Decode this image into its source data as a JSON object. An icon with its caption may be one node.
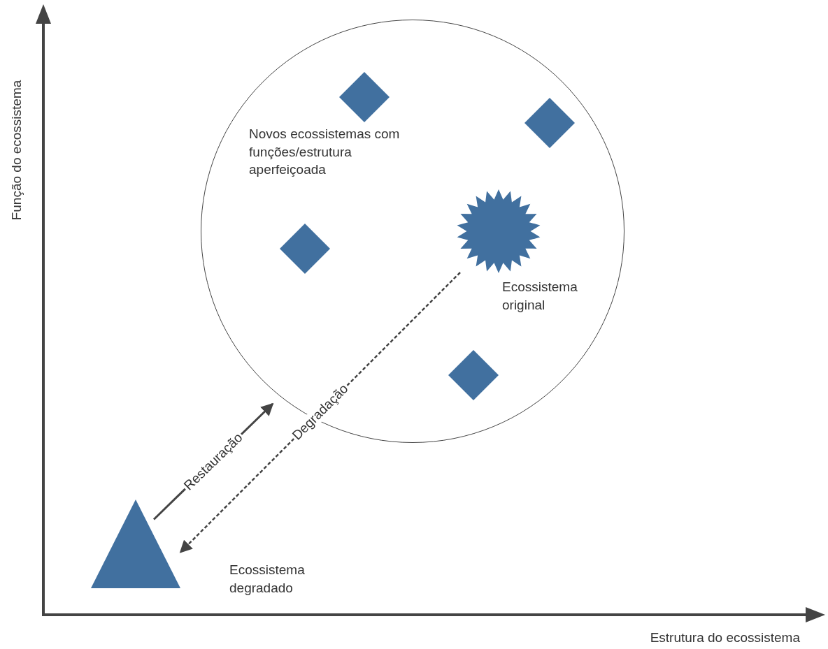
{
  "diagram": {
    "nodes": [
      {
        "text": [
          "Novos ecossistemas com funções/estrutura aperfeiçoada"
        ]
      },
      {
        "text": [],
        "shape": "diamond",
        "in": 0
      },
      {
        "text": [],
        "shape": "diamond",
        "in": 0
      },
      {
        "text": [],
        "shape": "diamond",
        "in": 0
      },
      {
        "text": [],
        "shape": "star",
        "in": 0,
        "beside": [
          "Ecossistema original"
        ]
      },
      {
        "text": [],
        "shape": "diamond",
        "in": 0
      },
      {
        "text": [],
        "shape": "triangle",
        "beside": [
          "Ecossistema degradado"
        ]
      }
    ],
    "edges": [
      {
        "from": 6,
        "to": 0,
        "arrow": "to",
        "label": "Restauração"
      },
      {
        "from": 4,
        "to": 6,
        "arrow": "to",
        "label": "Degradação",
        "style": "dashed"
      }
    ],
    "labels": [
      "Função do ecossistema",
      "Estrutura do ecossistema"
    ]
  }
}
